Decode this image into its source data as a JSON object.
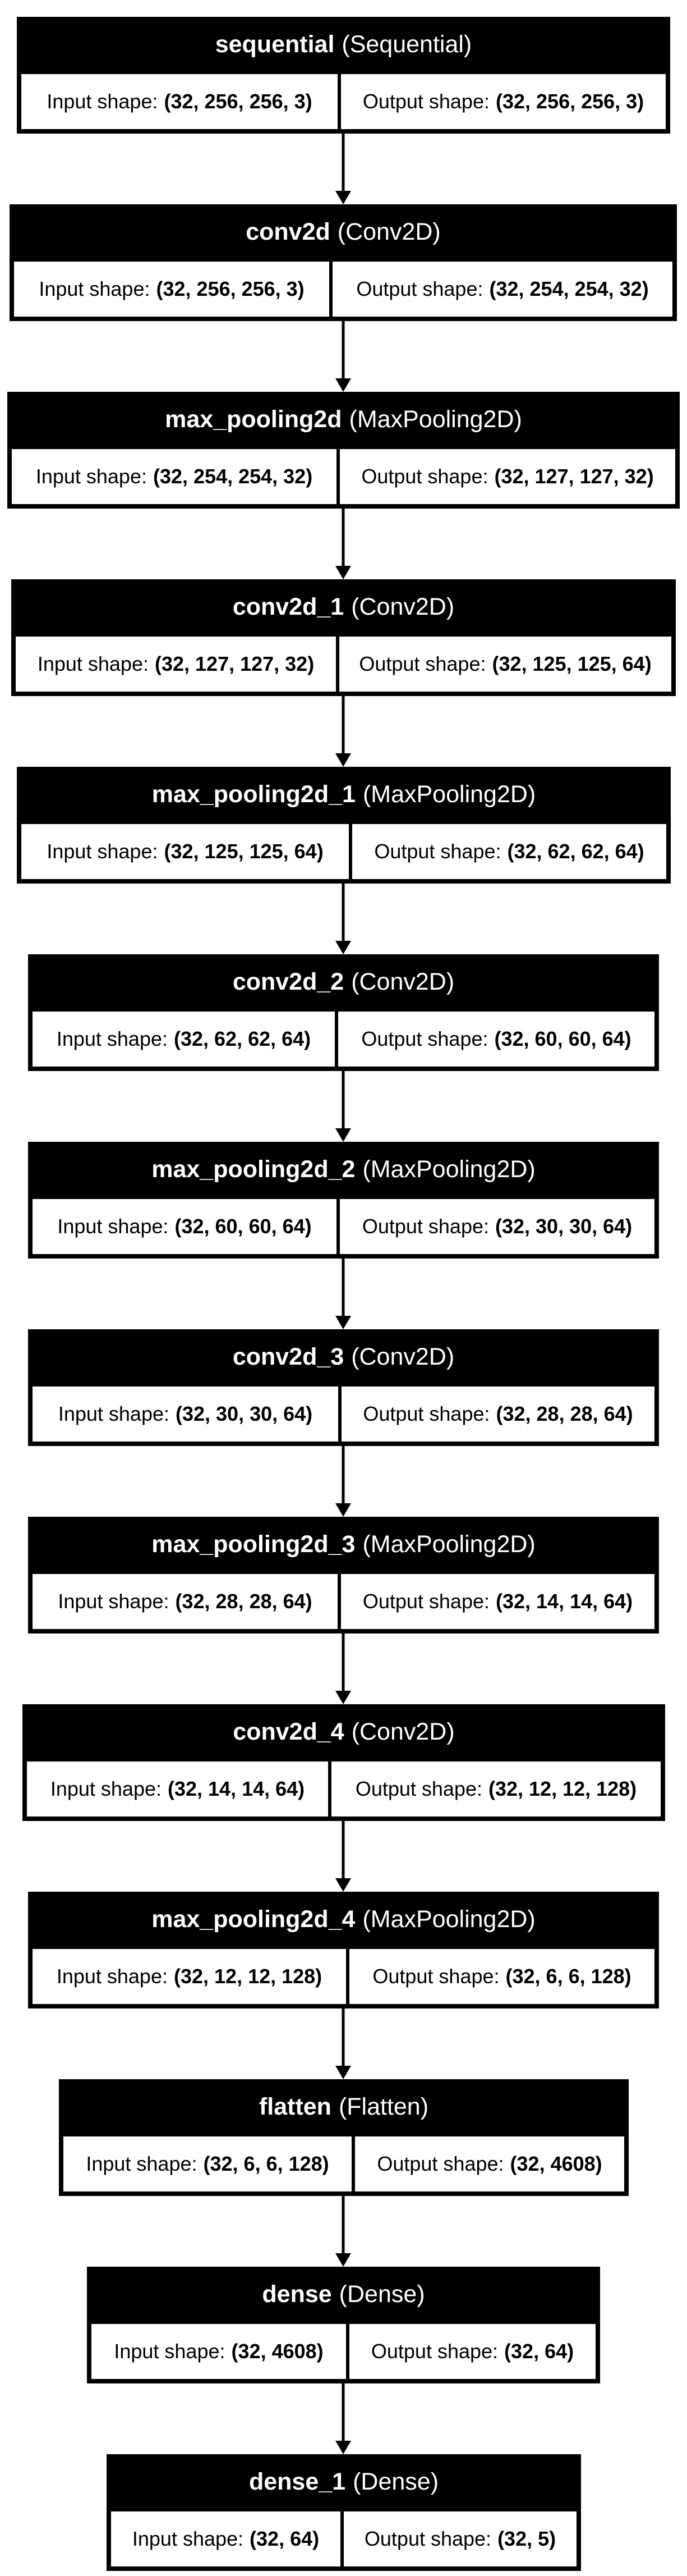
{
  "labels": {
    "input": "Input shape:",
    "output": "Output shape:"
  },
  "layers": [
    {
      "name": "sequential",
      "type": "(Sequential)",
      "input": "(32, 256, 256, 3)",
      "output": "(32, 256, 256, 3)"
    },
    {
      "name": "conv2d",
      "type": "(Conv2D)",
      "input": "(32, 256, 256, 3)",
      "output": "(32, 254, 254, 32)"
    },
    {
      "name": "max_pooling2d",
      "type": "(MaxPooling2D)",
      "input": "(32, 254, 254, 32)",
      "output": "(32, 127, 127, 32)"
    },
    {
      "name": "conv2d_1",
      "type": "(Conv2D)",
      "input": "(32, 127, 127, 32)",
      "output": "(32, 125, 125, 64)"
    },
    {
      "name": "max_pooling2d_1",
      "type": "(MaxPooling2D)",
      "input": "(32, 125, 125, 64)",
      "output": "(32, 62, 62, 64)"
    },
    {
      "name": "conv2d_2",
      "type": "(Conv2D)",
      "input": "(32, 62, 62, 64)",
      "output": "(32, 60, 60, 64)"
    },
    {
      "name": "max_pooling2d_2",
      "type": "(MaxPooling2D)",
      "input": "(32, 60, 60, 64)",
      "output": "(32, 30, 30, 64)"
    },
    {
      "name": "conv2d_3",
      "type": "(Conv2D)",
      "input": "(32, 30, 30, 64)",
      "output": "(32, 28, 28, 64)"
    },
    {
      "name": "max_pooling2d_3",
      "type": "(MaxPooling2D)",
      "input": "(32, 28, 28, 64)",
      "output": "(32, 14, 14, 64)"
    },
    {
      "name": "conv2d_4",
      "type": "(Conv2D)",
      "input": "(32, 14, 14, 64)",
      "output": "(32, 12, 12, 128)"
    },
    {
      "name": "max_pooling2d_4",
      "type": "(MaxPooling2D)",
      "input": "(32, 12, 12, 128)",
      "output": "(32, 6, 6, 128)"
    },
    {
      "name": "flatten",
      "type": "(Flatten)",
      "input": "(32, 6, 6, 128)",
      "output": "(32, 4608)"
    },
    {
      "name": "dense",
      "type": "(Dense)",
      "input": "(32, 4608)",
      "output": "(32, 64)"
    },
    {
      "name": "dense_1",
      "type": "(Dense)",
      "input": "(32, 64)",
      "output": "(32, 5)"
    }
  ]
}
